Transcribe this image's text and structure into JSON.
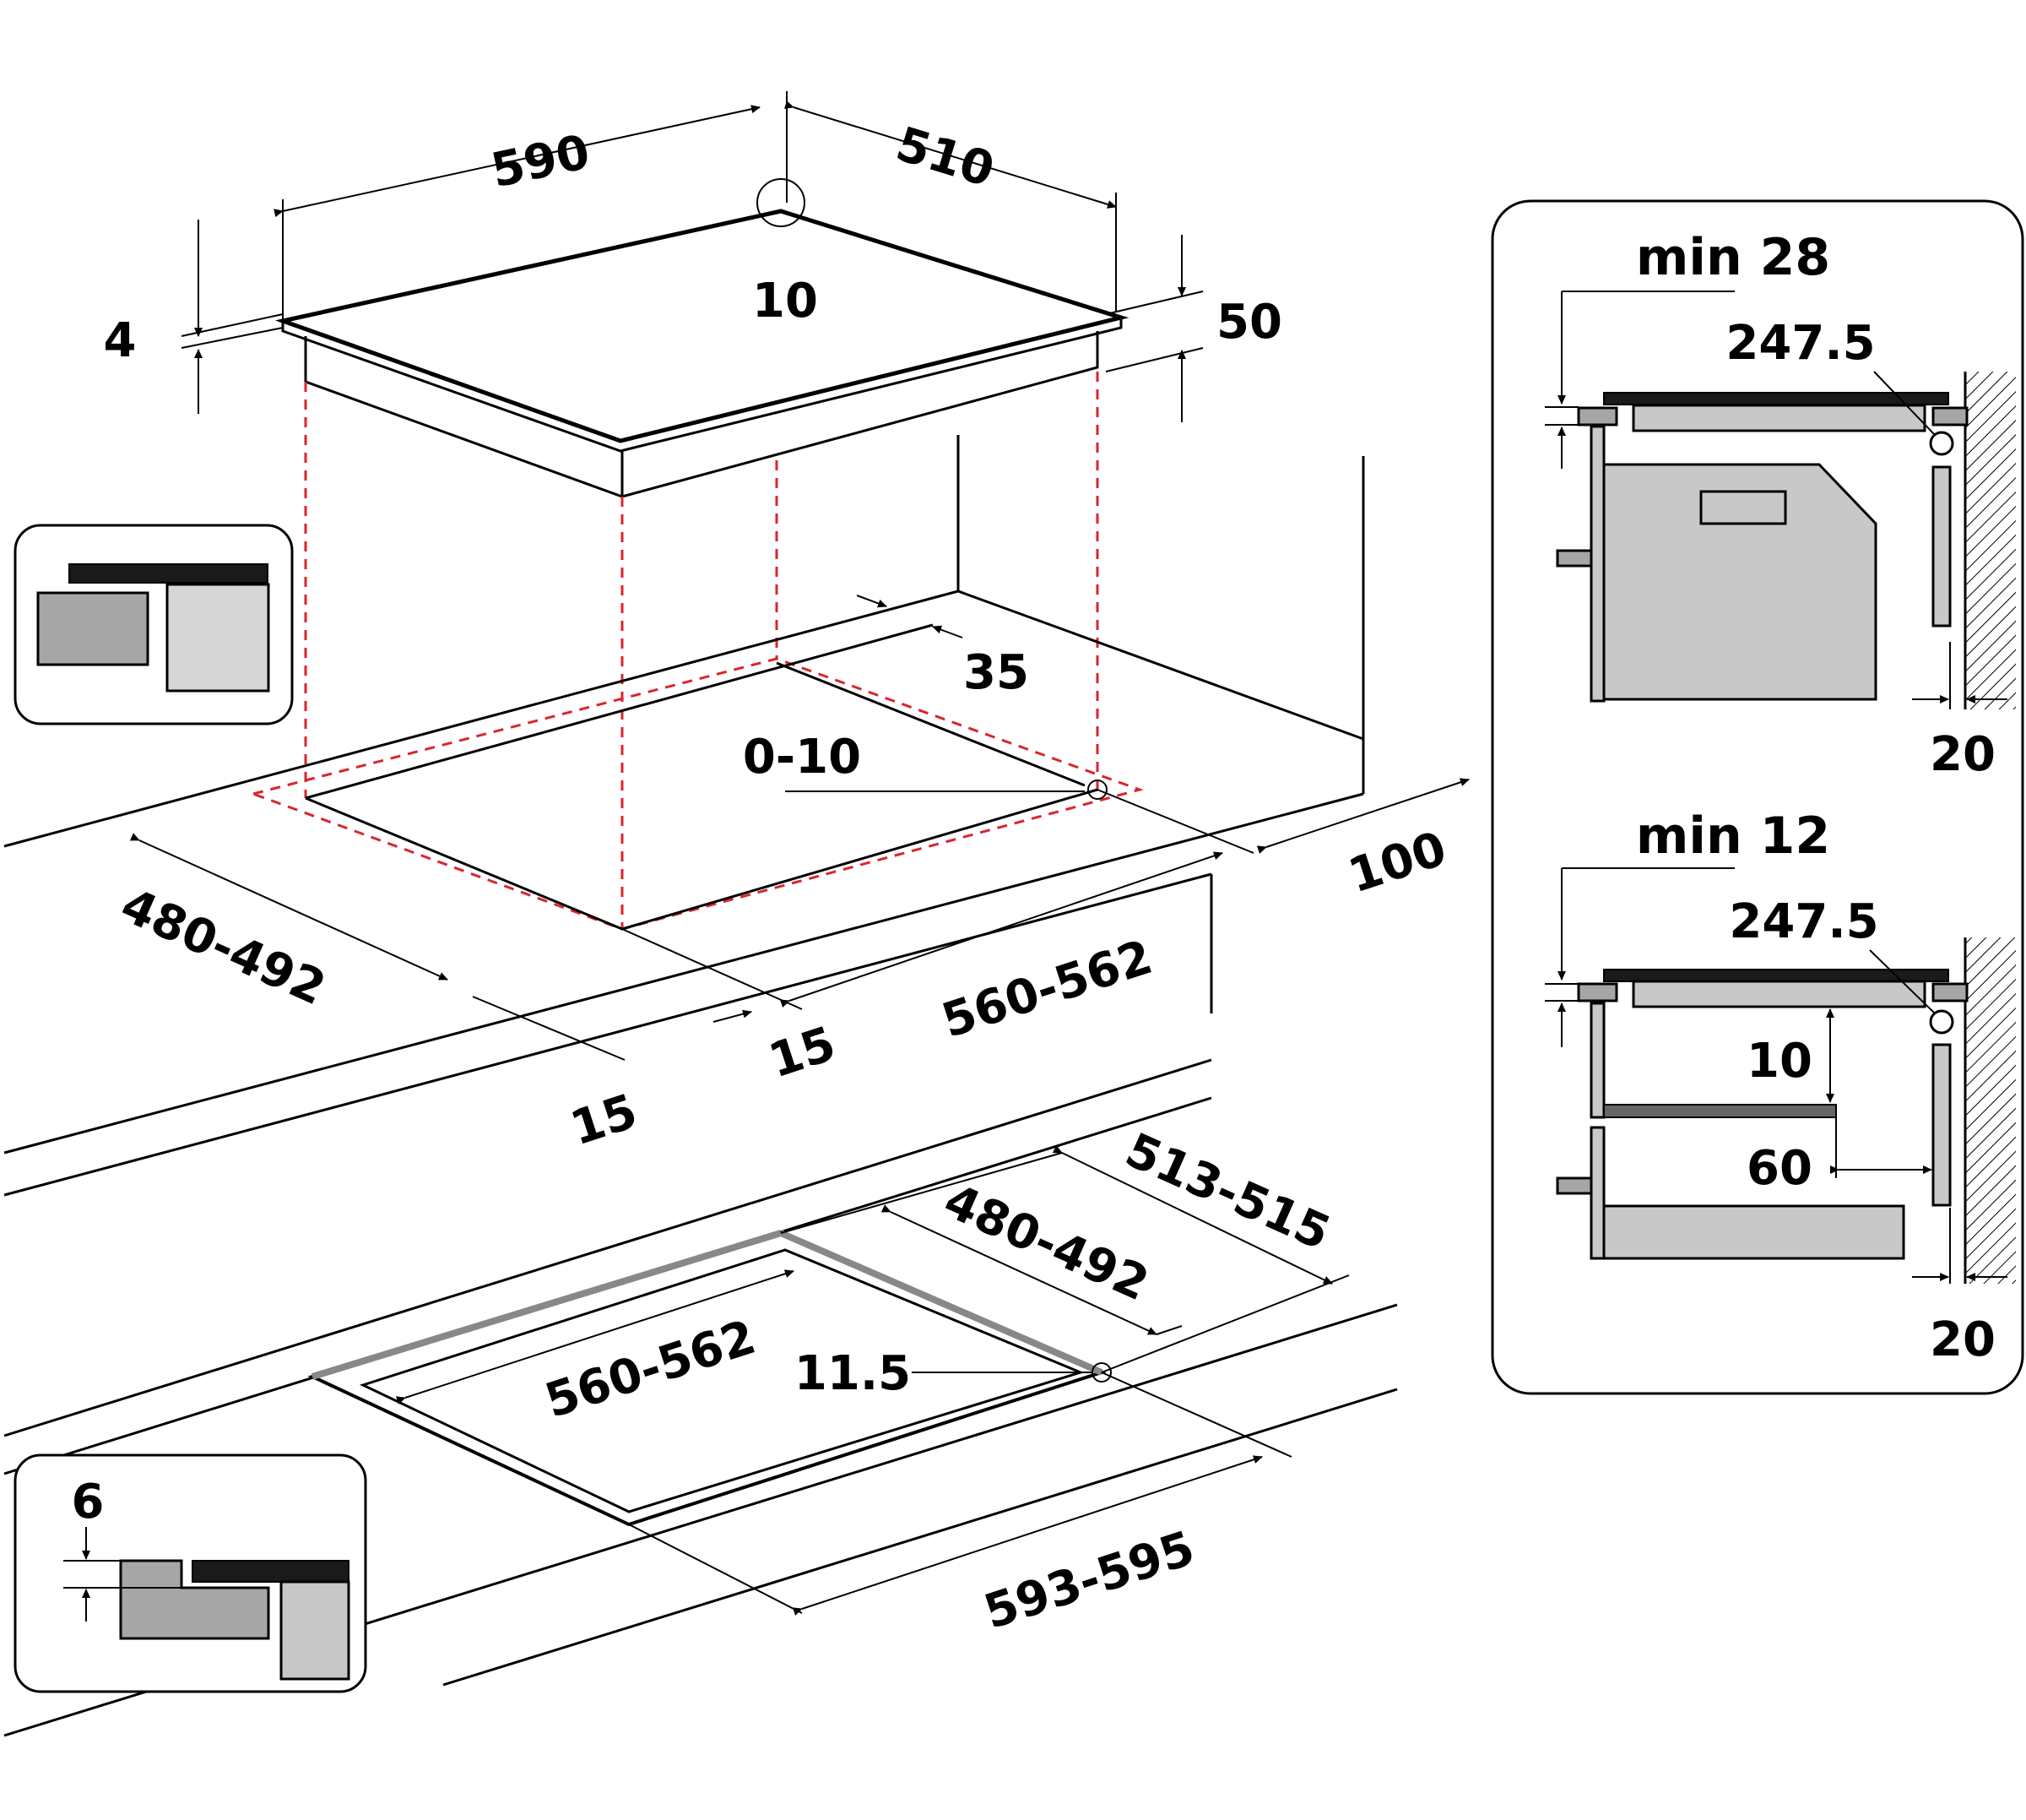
{
  "hob_dimensions": {
    "width": "590",
    "depth": "510",
    "corner_radius": "10",
    "glass_thickness": "4",
    "height_below": "50"
  },
  "cutout_top": {
    "wall_gap": "35",
    "corner_tolerance": "0-10",
    "front_depth": "100",
    "cut_depth": "480-492",
    "cut_width": "560-562",
    "margin_left": "15",
    "margin_front": "15"
  },
  "cutout_flush": {
    "outer_depth": "513-515",
    "inner_depth": "480-492",
    "inner_width": "560-562",
    "corner_radius": "11.5",
    "outer_width": "593-595",
    "recess_depth": "6"
  },
  "panel_oven": {
    "min_clearance": "min 28",
    "corner_radius": "247.5",
    "wall_gap": "20"
  },
  "panel_drawer": {
    "min_clearance": "min 12",
    "corner_radius": "247.5",
    "shelf_gap": "10",
    "side_gap": "60",
    "wall_gap": "20"
  },
  "colors": {
    "cutline": "#d9262c",
    "fill_light": "#c8c8c8",
    "fill_dark": "#a6a6a6"
  }
}
